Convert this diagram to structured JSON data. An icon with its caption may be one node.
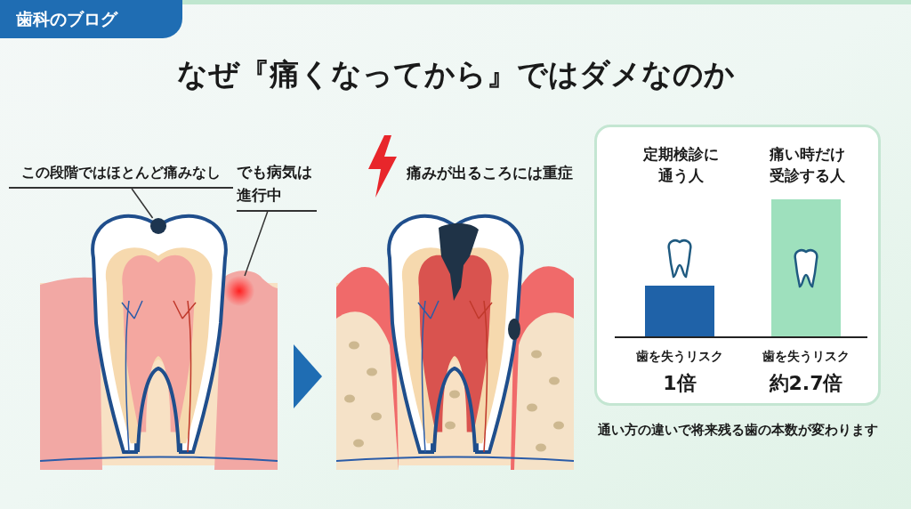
{
  "diagram": {
    "title": "なぜ『痛くなってから』ではダメなのか",
    "nodes": [
      {
        "text": [
          "この段階ではほとんど痛みなし"
        ]
      },
      {
        "text": [],
        "shape": "circle"
      },
      {
        "text": [
          "でも病気は進行中"
        ]
      },
      {
        "text": [],
        "shape": "circle"
      },
      {
        "text": [],
        "shape": "picture"
      },
      {
        "text": [],
        "shape": "picture"
      }
    ],
    "edges": [
      {
        "from": 0,
        "to": 1,
        "arrow": "none"
      },
      {
        "from": 2,
        "to": 3,
        "arrow": "none"
      },
      {
        "from": 4,
        "to": 5,
        "arrow": "to"
      }
    ],
    "labels": [
      "歯科のブログ",
      "痛みが出るころには重症",
      "歯を失うリスク",
      "歯を失うリスク",
      "通い方の違いで将来残る歯の本数が変わります"
    ],
    "chart_data": {
      "type": "bar",
      "categories": [
        "定期検診に通う人",
        "痛い時だけ受診する人"
      ],
      "values": [
        1,
        2.7
      ],
      "value_labels": [
        "1倍",
        "約2.7倍"
      ]
    }
  }
}
